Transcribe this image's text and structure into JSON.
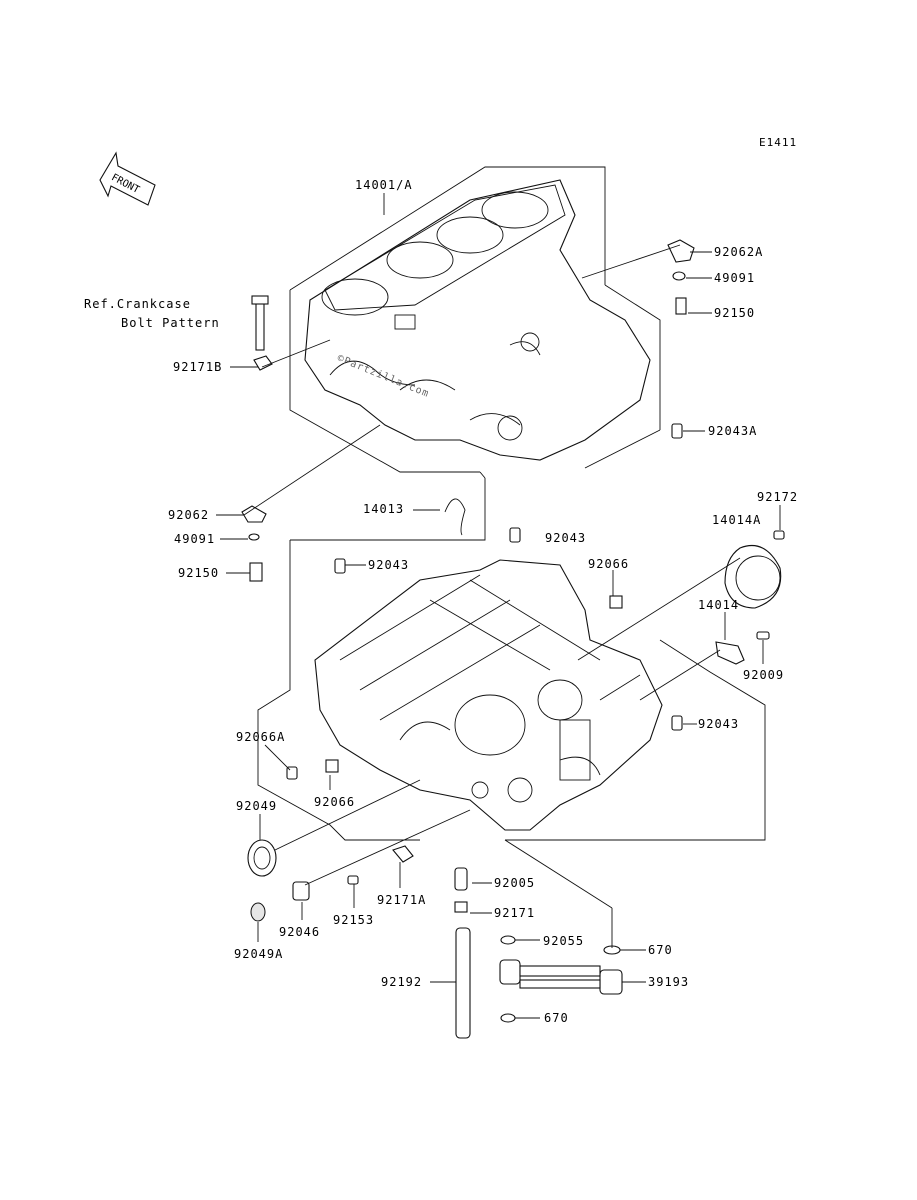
{
  "code": "E1411",
  "front_label": "FRONT",
  "ref_note": {
    "line1": "Ref.Crankcase",
    "line2": "Bolt Pattern"
  },
  "watermark": "©Partzilla.com",
  "parts": {
    "p14001A": "14001/A",
    "p92062A": "92062A",
    "p49091_top": "49091",
    "p92150_top": "92150",
    "p92171B": "92171B",
    "p92043A": "92043A",
    "p92172": "92172",
    "p14014A": "14014A",
    "p92062": "92062",
    "p14013": "14013",
    "p49091": "49091",
    "p92150": "92150",
    "p92043_a": "92043",
    "p92043_b": "92043",
    "p92066_top": "92066",
    "p14014": "14014",
    "p92009": "92009",
    "p92043_c": "92043",
    "p92066A": "92066A",
    "p92066": "92066",
    "p92049": "92049",
    "p92005": "92005",
    "p92171A": "92171A",
    "p92171": "92171",
    "p92153": "92153",
    "p92046": "92046",
    "p92055": "92055",
    "p670_a": "670",
    "p92049A": "92049A",
    "p92192": "92192",
    "p39193": "39193",
    "p670_b": "670"
  }
}
